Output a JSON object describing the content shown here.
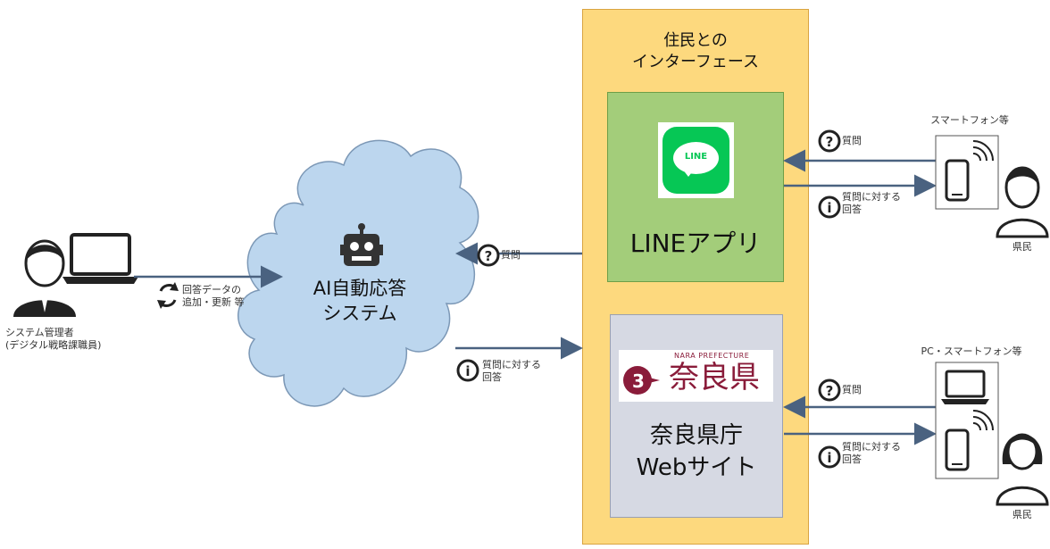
{
  "admin": {
    "label_line1": "システム管理者",
    "label_line2": "(デジタル戦略課職員)"
  },
  "update_note": {
    "line1": "回答データの",
    "line2": "追加・更新 等"
  },
  "ai_system": {
    "line1": "AI自動応答",
    "line2": "システム"
  },
  "interface": {
    "title_line1": "住民との",
    "title_line2": "インターフェース"
  },
  "line_app": {
    "logo_text": "LINE",
    "label": "LINEアプリ"
  },
  "website": {
    "logo_small": "NARA PREFECTURE",
    "logo_text": "奈良県",
    "label_line1": "奈良県庁",
    "label_line2": "Webサイト"
  },
  "messages": {
    "question": "質問",
    "answer_line1": "質問に対する",
    "answer_line2": "回答"
  },
  "residents": {
    "top_device_label": "スマートフォン等",
    "bottom_device_label": "PC・スマートフォン等",
    "resident_label": "県民"
  },
  "colors": {
    "interface_bg": "#fdd97e",
    "line_bg": "#a3cd7a",
    "web_bg": "#d6d9e3",
    "cloud_bg": "#bcd6ee",
    "arrow": "#4a6280"
  }
}
